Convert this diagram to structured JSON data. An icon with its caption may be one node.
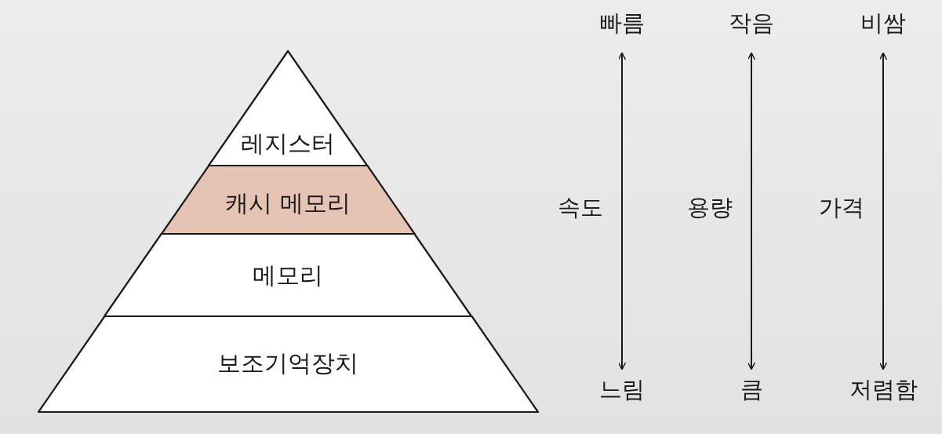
{
  "diagram": {
    "nodes": [
      {
        "text": [
          "레지스터"
        ]
      },
      {
        "text": [
          "캐시 메모리"
        ]
      },
      {
        "text": [
          "메모리"
        ]
      },
      {
        "text": [
          "보조기억장치"
        ]
      }
    ],
    "labels": [
      "빠름",
      "작음",
      "비쌈",
      "속도",
      "용량",
      "가격",
      "느림",
      "큼",
      "저렴함"
    ]
  }
}
